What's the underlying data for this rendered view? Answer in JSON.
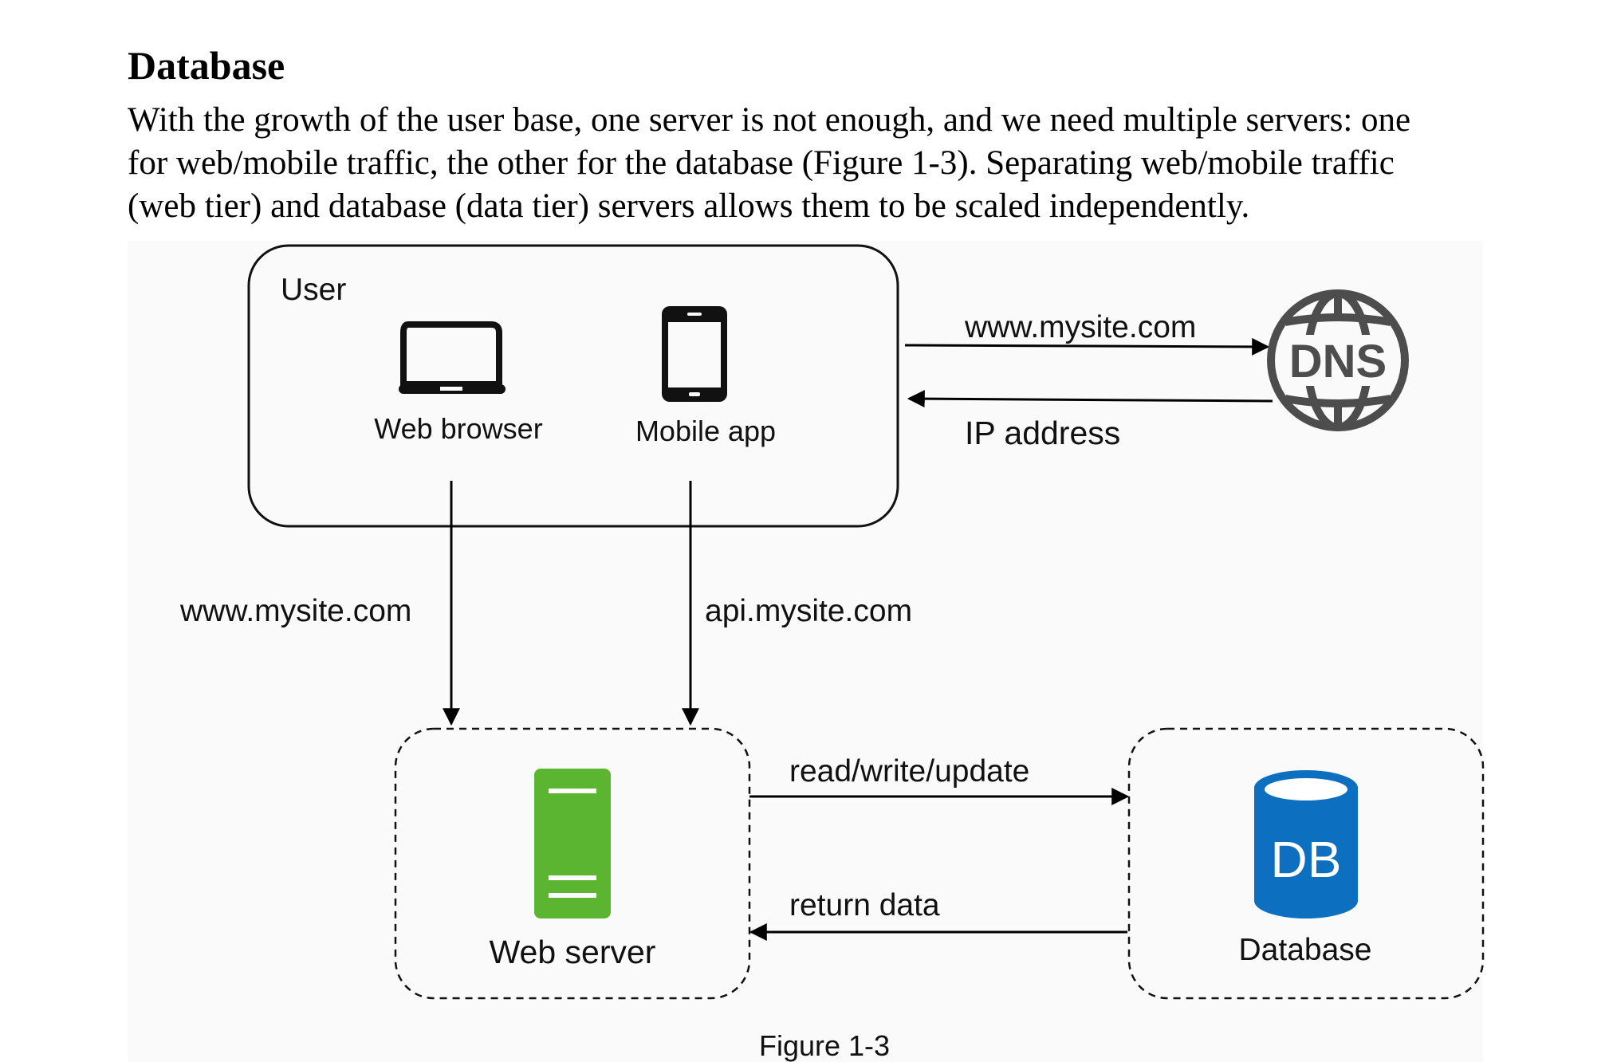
{
  "section": {
    "heading": "Database",
    "paragraph": "With the growth of the user base, one server is not enough, and we need multiple servers: one\nfor web/mobile traffic, the other for the database (Figure 1-3). Separating web/mobile traffic\n(web tier) and database (data tier) servers allows them to be scaled independently."
  },
  "diagram": {
    "user_group_label": "User",
    "web_browser_label": "Web browser",
    "mobile_app_label": "Mobile app",
    "dns_request_label": "www.mysite.com",
    "dns_response_label": "IP address",
    "dns_icon_text": "DNS",
    "web_traffic_label": "www.mysite.com",
    "api_traffic_label": "api.mysite.com",
    "web_server_label": "Web server",
    "read_write_label": "read/write/update",
    "return_data_label": "return data",
    "db_icon_text": "DB",
    "database_label": "Database",
    "server_color": "#5cb531",
    "db_color": "#0d6fbf",
    "dns_color": "#4d4d4d",
    "caption": "Figure 1-3"
  }
}
